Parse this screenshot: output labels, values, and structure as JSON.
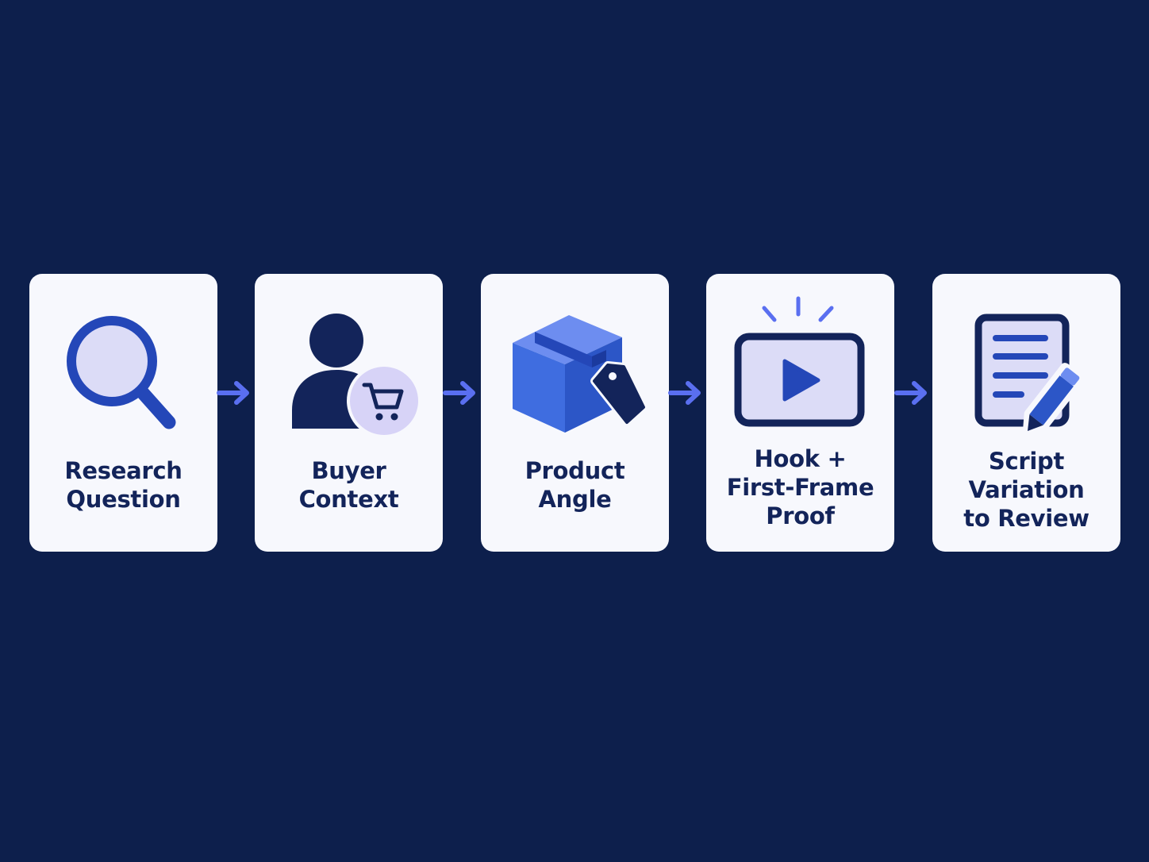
{
  "colors": {
    "background": "#0d1f4c",
    "card": "#f7f8fd",
    "text": "#13245a",
    "accent_blue": "#2c56c7",
    "accent_light": "#dcdcf7",
    "arrow": "#5a6ff0"
  },
  "steps": [
    {
      "icon": "magnifying-glass-icon",
      "lines": [
        "Research",
        "Question"
      ]
    },
    {
      "icon": "buyer-with-cart-icon",
      "lines": [
        "Buyer",
        "Context"
      ]
    },
    {
      "icon": "box-with-price-tag-icon",
      "lines": [
        "Product",
        "Angle"
      ]
    },
    {
      "icon": "video-play-icon",
      "lines": [
        "Hook +",
        "First-Frame",
        "Proof"
      ]
    },
    {
      "icon": "script-document-pencil-icon",
      "lines": [
        "Script",
        "Variation",
        "to Review"
      ]
    }
  ],
  "connector_icon": "arrow-right-icon"
}
